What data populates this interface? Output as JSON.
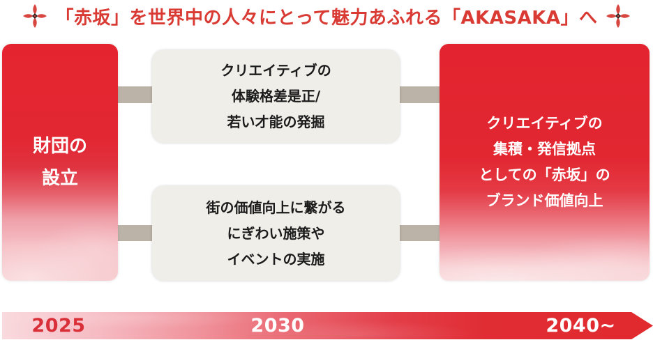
{
  "title": {
    "text": "「赤坂」を世界中の人々にとって魅力あふれる「AKASAKA」へ",
    "color": "#d93a33",
    "decoration_icon": "four-petal-flower-sparkle"
  },
  "diagram": {
    "left_box": {
      "lines": [
        "財団の",
        "設立"
      ],
      "text_color": "#ffffff",
      "bg_top_color": "#e4252f",
      "bg_bottom_color": "#f7cdd0",
      "style": "red-watercolor-gradient"
    },
    "middle_boxes": [
      {
        "lines": [
          "クリエイティブの",
          "体験格差是正/",
          "若い才能の発掘"
        ],
        "bg_color": "#efeee9",
        "text_color": "#1b1b1b"
      },
      {
        "lines": [
          "街の価値向上に繋がる",
          "にぎわい施策や",
          "イベントの実施"
        ],
        "bg_color": "#efeee9",
        "text_color": "#1b1b1b"
      }
    ],
    "right_box": {
      "lines": [
        "クリエイティブの",
        "集積・発信拠点",
        "としての「赤坂」の",
        "ブランド価値向上"
      ],
      "text_color": "#ffffff",
      "bg_top_color": "#e32430",
      "bg_bottom_color": "#f9d8da",
      "style": "red-watercolor-gradient"
    },
    "connector_color": "#bcb3a8"
  },
  "timeline": {
    "shape": "right-pointing-arrow-bar",
    "gradient_left_color": "#f9dade",
    "gradient_right_color": "#e02a2e",
    "labels": [
      {
        "text": "2025",
        "color": "#d92f38"
      },
      {
        "text": "2030",
        "color": "#ffffff"
      },
      {
        "text": "2040~",
        "color": "#ffffff"
      }
    ]
  }
}
